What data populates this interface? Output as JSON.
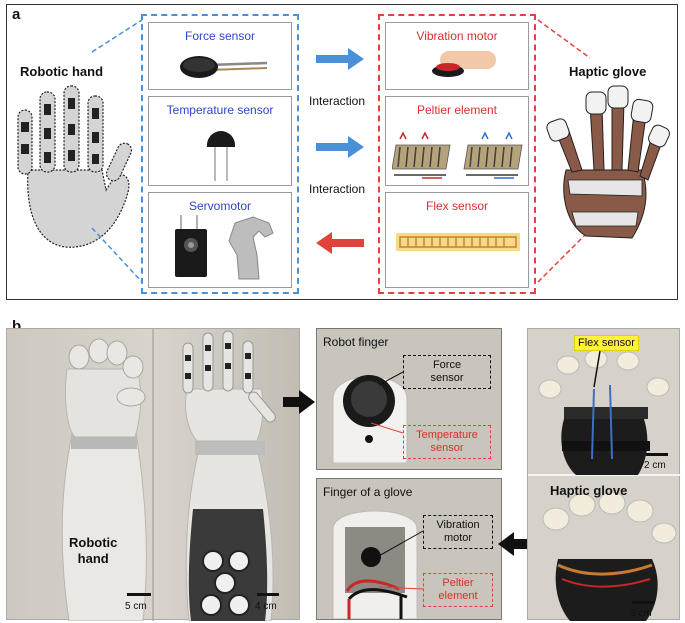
{
  "panel_a": {
    "letter": "a",
    "robotic_hand_label": "Robotic hand",
    "haptic_glove_label": "Haptic glove",
    "interaction_label_1": "Interaction",
    "interaction_label_2": "Interaction",
    "robot_cards": [
      {
        "title": "Force sensor"
      },
      {
        "title": "Temperature sensor"
      },
      {
        "title": "Servomotor"
      }
    ],
    "glove_cards": [
      {
        "title": "Vibration motor"
      },
      {
        "title": "Peltier element"
      },
      {
        "title": "Flex sensor"
      }
    ],
    "colors": {
      "robot_accent": "#4a90d9",
      "glove_accent": "#e3423c",
      "arrow_blue": "#4a90d9",
      "arrow_red": "#e3423c"
    }
  },
  "panel_b": {
    "letter": "b",
    "robotic_hand_label_line1": "Robotic",
    "robotic_hand_label_line2": "hand",
    "scale_5cm": "5 cm",
    "scale_4cm": "4 cm",
    "robot_finger_title": "Robot finger",
    "force_callout_line1": "Force",
    "force_callout_line2": "sensor",
    "temp_callout_line1": "Temperature",
    "temp_callout_line2": "sensor",
    "glove_finger_title": "Finger of a glove",
    "vibration_callout_line1": "Vibration",
    "vibration_callout_line2": "motor",
    "peltier_callout_line1": "Peltier",
    "peltier_callout_line2": "element",
    "flex_sensor_tag": "Flex sensor",
    "scale_2cm": "2 cm",
    "haptic_glove_label": "Haptic glove",
    "scale_3cm": "3 cm"
  }
}
